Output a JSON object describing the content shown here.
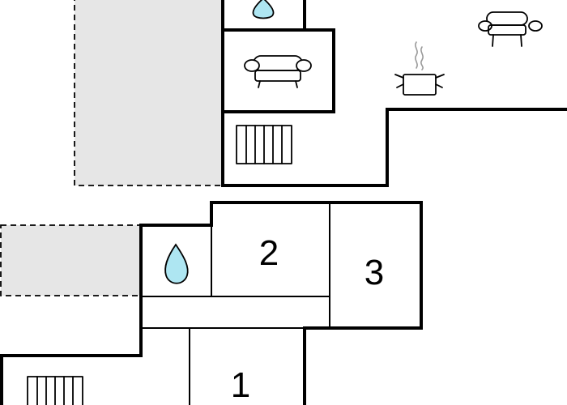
{
  "plan": {
    "rooms": [
      {
        "key": "room_1",
        "number": "1"
      },
      {
        "key": "room_2",
        "number": "2"
      },
      {
        "key": "room_3",
        "number": "3"
      }
    ],
    "icons": [
      "water-drop-icon",
      "sofa-icon",
      "radiator-icon",
      "cooking-pot-icon"
    ],
    "terraces": 2,
    "colors": {
      "wall": "#000000",
      "terrace_fill": "#e6e6e6",
      "water_drop": "#aee6f2",
      "steam": "#999999",
      "background": "#ffffff"
    }
  }
}
